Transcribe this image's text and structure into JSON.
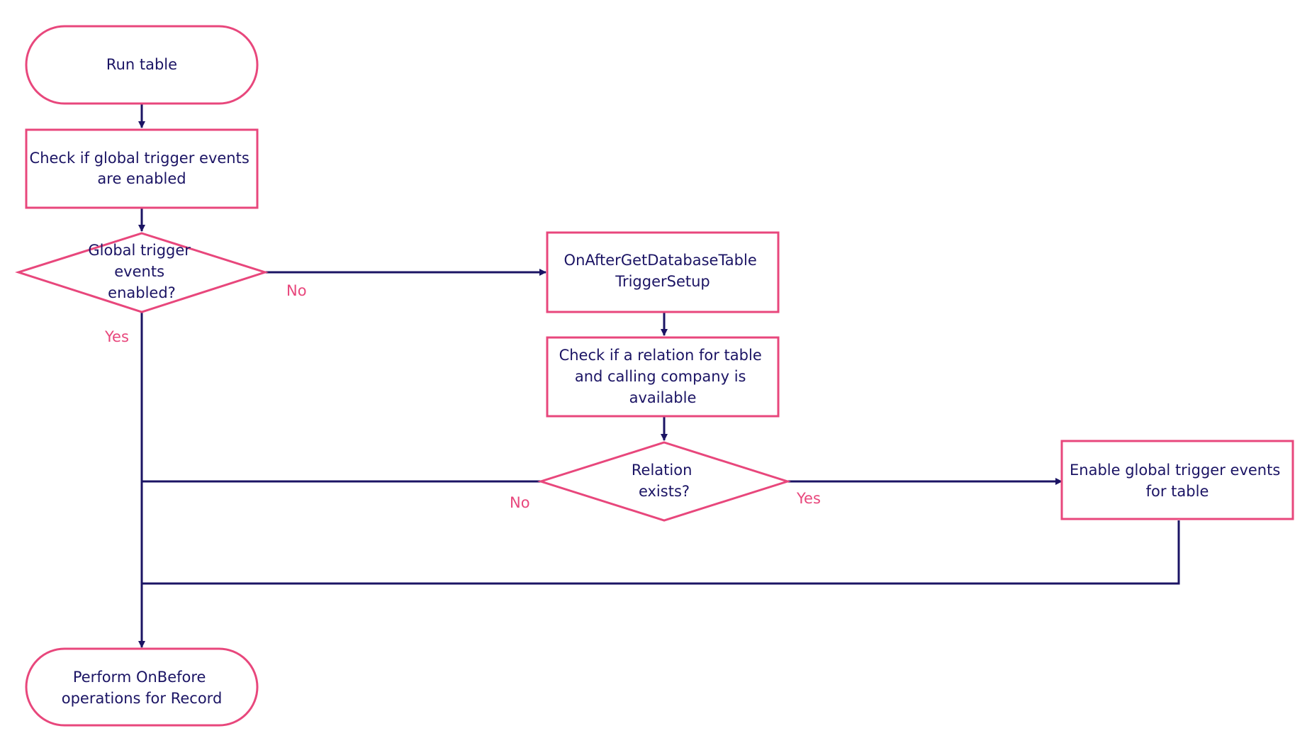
{
  "colors": {
    "node_border": "#e8477c",
    "connector": "#1b1464",
    "node_text": "#1b1464",
    "edge_label": "#e8477c"
  },
  "nodes": {
    "run_table": {
      "type": "terminator",
      "lines": [
        "Run table"
      ]
    },
    "check_global": {
      "type": "process",
      "lines": [
        "Check if global trigger events",
        "are enabled"
      ]
    },
    "global_decision": {
      "type": "decision",
      "lines": [
        "Global trigger",
        "events",
        "enabled?"
      ]
    },
    "on_after_get": {
      "type": "process",
      "lines": [
        "OnAfterGetDatabaseTable",
        "TriggerSetup"
      ]
    },
    "check_relation": {
      "type": "process",
      "lines": [
        "Check if a relation for table",
        "and calling company is",
        "available"
      ]
    },
    "relation_decision": {
      "type": "decision",
      "lines": [
        "Relation",
        "exists?"
      ]
    },
    "enable_global": {
      "type": "process",
      "lines": [
        "Enable global trigger events",
        "for table"
      ]
    },
    "perform_onbefore": {
      "type": "terminator",
      "lines": [
        "Perform OnBefore",
        "operations for Record"
      ]
    }
  },
  "edge_labels": {
    "global_no": "No",
    "global_yes": "Yes",
    "relation_no": "No",
    "relation_yes": "Yes"
  }
}
